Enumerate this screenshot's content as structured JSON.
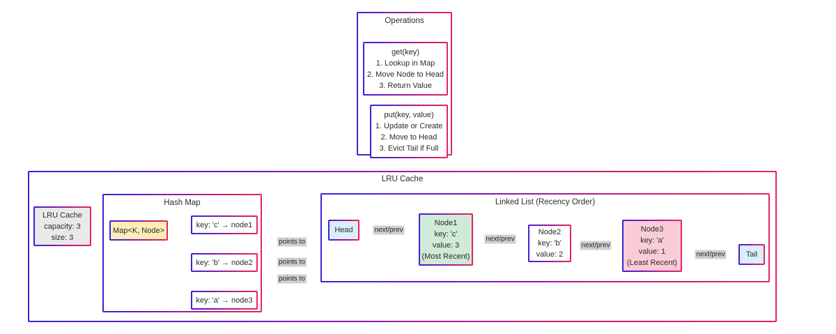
{
  "operations": {
    "title": "Operations",
    "get": {
      "header": "get(key)",
      "steps": [
        "1. Lookup in Map",
        "2. Move Node to Head",
        "3. Return Value"
      ]
    },
    "put": {
      "header": "put(key, value)",
      "steps": [
        "1. Update or Create",
        "2. Move to Head",
        "3. Evict Tail if Full"
      ]
    }
  },
  "lru_cache": {
    "title": "LRU Cache",
    "stats": {
      "name": "LRU Cache",
      "capacity": "capacity: 3",
      "size": "size: 3"
    },
    "hash_map": {
      "title": "Hash Map",
      "map_label": "Map<K, Node>",
      "entries": [
        "key: 'c' → node1",
        "key: 'b' → node2",
        "key: 'a' → node3"
      ]
    },
    "linked_list": {
      "title": "Linked List (Recency Order)",
      "head_label": "Head",
      "tail_label": "Tail",
      "nodes": [
        {
          "name": "Node1",
          "key": "key: 'c'",
          "value": "value: 3",
          "note": "(Most Recent)"
        },
        {
          "name": "Node2",
          "key": "key: 'b'",
          "value": "value: 2",
          "note": ""
        },
        {
          "name": "Node3",
          "key": "key: 'a'",
          "value": "value: 1",
          "note": "(Least Recent)"
        }
      ],
      "link_label": "next/prev",
      "link_labels": [
        "next/prev",
        "next/prev",
        "next/prev",
        "next/prev"
      ]
    },
    "pointer_label": "points to",
    "pointer_labels": [
      "points to",
      "points to",
      "points to"
    ]
  },
  "colors": {
    "border_start": "#3b21d9",
    "border_end": "#e8245b",
    "node_most_recent": "#cfead6",
    "node_least_recent": "#f9ccd8",
    "head_tail": "#dbeefb",
    "map_fill": "#fcecb6",
    "stats_fill": "#e9e9e9",
    "edge": "#000000",
    "label_bg": "#d0d0d0"
  }
}
